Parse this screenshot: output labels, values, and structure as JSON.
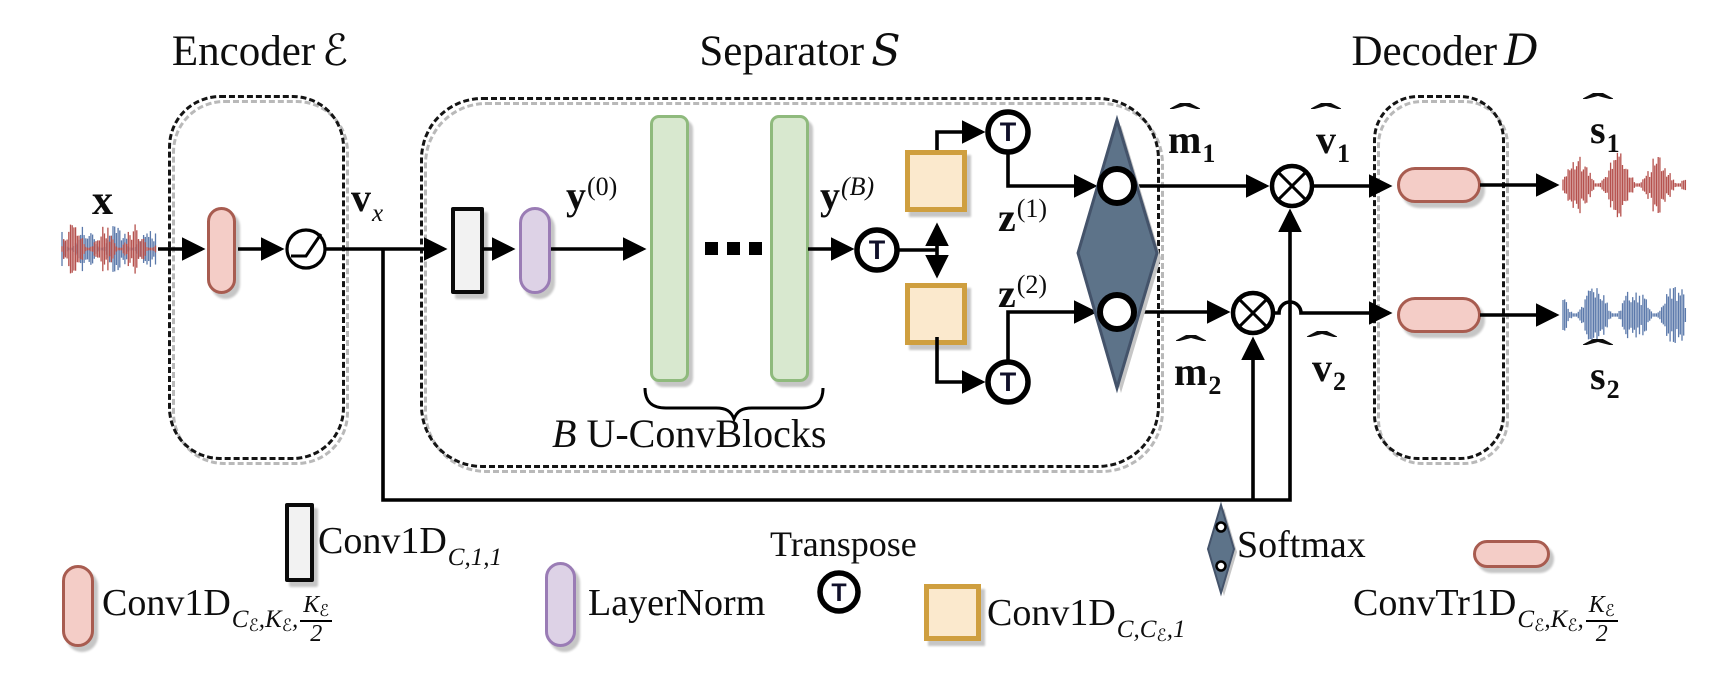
{
  "colors": {
    "pink_fill": "#f4cdc7",
    "pink_border": "#a85c50",
    "purple_fill": "#ddd2e6",
    "purple_border": "#9a7cb5",
    "green_fill": "#d8e8cf",
    "green_border": "#8fba7d",
    "orange_fill": "#fbe9cd",
    "orange_border": "#cf9f3f",
    "slate_fill": "#5d7389",
    "slate_border": "#44536a",
    "wave_red": "#b5504c",
    "wave_blue": "#5b79ab",
    "line": "#000000",
    "shadow": "#c6c6c6"
  },
  "titles": {
    "encoder": {
      "text": "Encoder",
      "symbol": "ℰ"
    },
    "separator": {
      "text": "Separator",
      "symbol": "S"
    },
    "decoder": {
      "text": "Decoder",
      "symbol": "D"
    }
  },
  "signals": {
    "input": {
      "base": "x"
    },
    "vx": {
      "base": "v",
      "sub": "x"
    },
    "y0": {
      "base": "y",
      "sup": "(0)"
    },
    "yB": {
      "base": "y",
      "sup": "(B)"
    },
    "z1": {
      "base": "z",
      "sup": "(1)"
    },
    "z2": {
      "base": "z",
      "sup": "(2)"
    },
    "m1": {
      "base": "m",
      "sub": "1",
      "hat": "ˆ"
    },
    "m2": {
      "base": "m",
      "sub": "2",
      "hat": "ˆ"
    },
    "v1": {
      "base": "v",
      "sub": "1",
      "hat": "ˆ"
    },
    "v2": {
      "base": "v",
      "sub": "2",
      "hat": "ˆ"
    },
    "s1": {
      "base": "s",
      "sub": "1",
      "hat": "ˆ"
    },
    "s2": {
      "base": "s",
      "sub": "2",
      "hat": "ˆ"
    }
  },
  "separator_caption": {
    "b": "B",
    "text": "U-ConvBlocks"
  },
  "operators": {
    "transpose": "T"
  },
  "legend": {
    "conv1d_encoder": {
      "main": "Conv1D",
      "sub1": "C",
      "sub1s": "ℰ",
      "sub2": ",K",
      "sub2s": "ℰ",
      "sub3": ",",
      "frac_num": "K",
      "frac_nums": "ℰ",
      "frac_den": "2"
    },
    "conv1d_bottleneck": {
      "main": "Conv1D",
      "sub1": "C,1,1"
    },
    "layernorm": {
      "main": "LayerNorm"
    },
    "transpose": {
      "main": "Transpose"
    },
    "conv1d_masks": {
      "main": "Conv1D",
      "sub1": "C,C",
      "sub1s": "ℰ",
      "sub2": ",1"
    },
    "softmax": {
      "main": "Softmax"
    },
    "convtr1d_decoder": {
      "main": "ConvTr1D",
      "sub1": "C",
      "sub1s": "ℰ",
      "sub2": ",K",
      "sub2s": "ℰ",
      "sub3": ",",
      "frac_num": "K",
      "frac_nums": "ℰ",
      "frac_den": "2"
    }
  }
}
